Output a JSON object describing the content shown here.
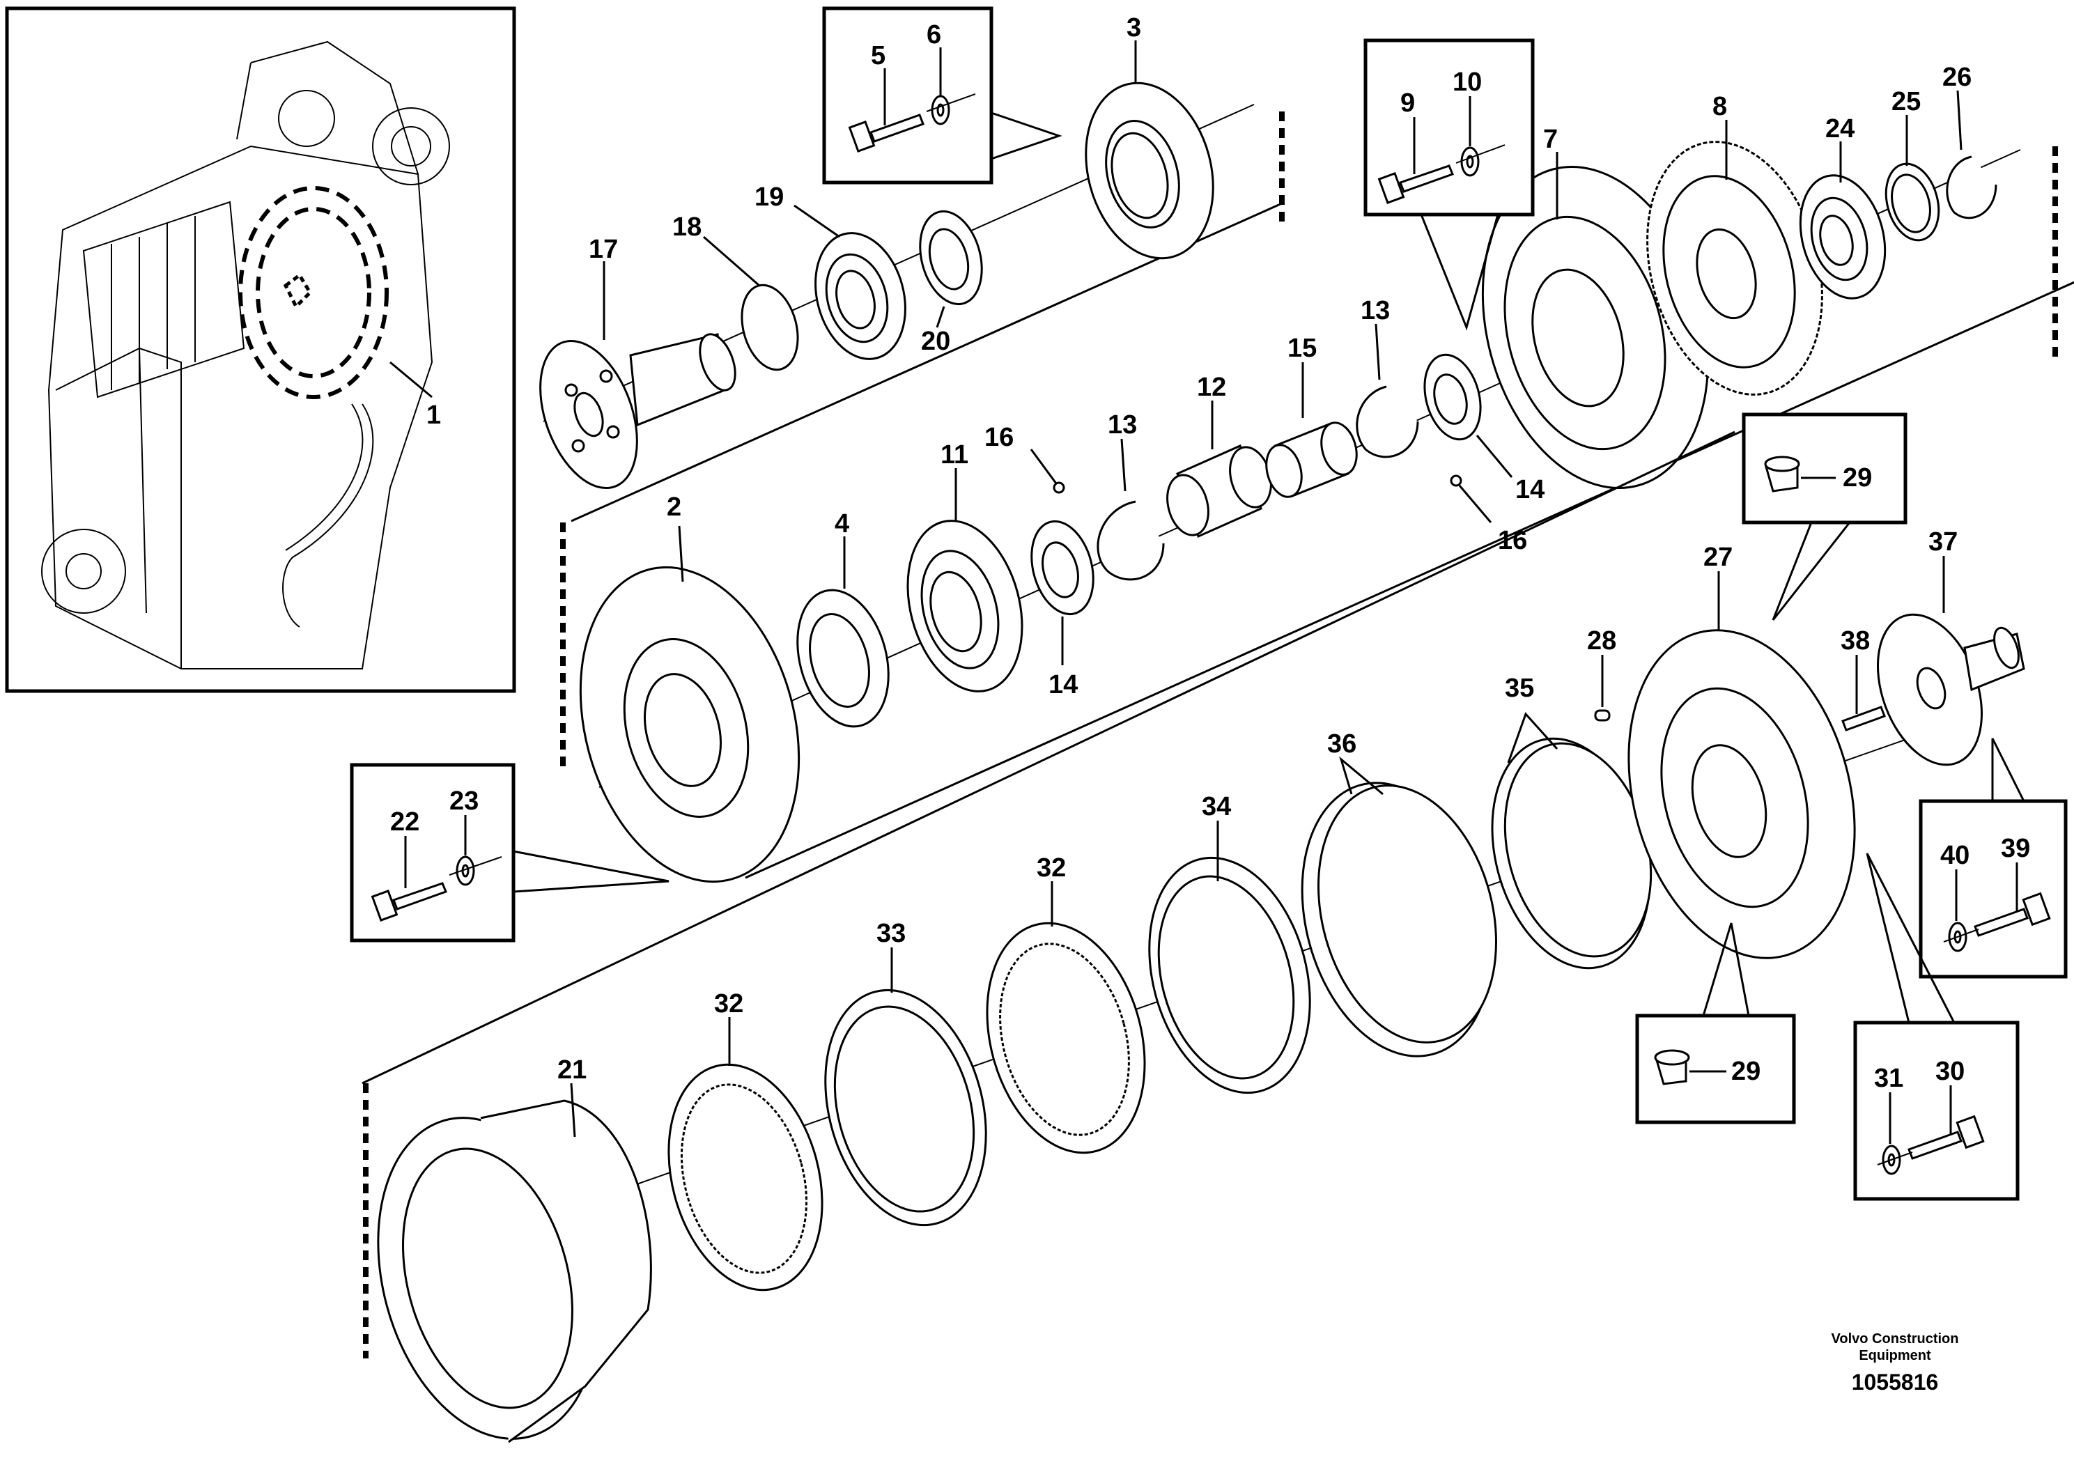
{
  "labels": [
    {
      "id": "1",
      "text": "1"
    },
    {
      "id": "2",
      "text": "2"
    },
    {
      "id": "3",
      "text": "3"
    },
    {
      "id": "4",
      "text": "4"
    },
    {
      "id": "5",
      "text": "5"
    },
    {
      "id": "6",
      "text": "6"
    },
    {
      "id": "7",
      "text": "7"
    },
    {
      "id": "8",
      "text": "8"
    },
    {
      "id": "9",
      "text": "9"
    },
    {
      "id": "10",
      "text": "10"
    },
    {
      "id": "11",
      "text": "11"
    },
    {
      "id": "12",
      "text": "12"
    },
    {
      "id": "13a",
      "text": "13"
    },
    {
      "id": "13b",
      "text": "13"
    },
    {
      "id": "14a",
      "text": "14"
    },
    {
      "id": "14b",
      "text": "14"
    },
    {
      "id": "15",
      "text": "15"
    },
    {
      "id": "16a",
      "text": "16"
    },
    {
      "id": "16b",
      "text": "16"
    },
    {
      "id": "17",
      "text": "17"
    },
    {
      "id": "18",
      "text": "18"
    },
    {
      "id": "19",
      "text": "19"
    },
    {
      "id": "20",
      "text": "20"
    },
    {
      "id": "21",
      "text": "21"
    },
    {
      "id": "22",
      "text": "22"
    },
    {
      "id": "23",
      "text": "23"
    },
    {
      "id": "24",
      "text": "24"
    },
    {
      "id": "25",
      "text": "25"
    },
    {
      "id": "26",
      "text": "26"
    },
    {
      "id": "27",
      "text": "27"
    },
    {
      "id": "28",
      "text": "28"
    },
    {
      "id": "29a",
      "text": "29"
    },
    {
      "id": "29b",
      "text": "29"
    },
    {
      "id": "30",
      "text": "30"
    },
    {
      "id": "31",
      "text": "31"
    },
    {
      "id": "32a",
      "text": "32"
    },
    {
      "id": "32b",
      "text": "32"
    },
    {
      "id": "33",
      "text": "33"
    },
    {
      "id": "34",
      "text": "34"
    },
    {
      "id": "35",
      "text": "35"
    },
    {
      "id": "36",
      "text": "36"
    },
    {
      "id": "37",
      "text": "37"
    },
    {
      "id": "38",
      "text": "38"
    },
    {
      "id": "39",
      "text": "39"
    },
    {
      "id": "40",
      "text": "40"
    }
  ],
  "credit": {
    "line1": "Volvo Construction",
    "line2": "Equipment"
  },
  "drawing_number": "1055816"
}
